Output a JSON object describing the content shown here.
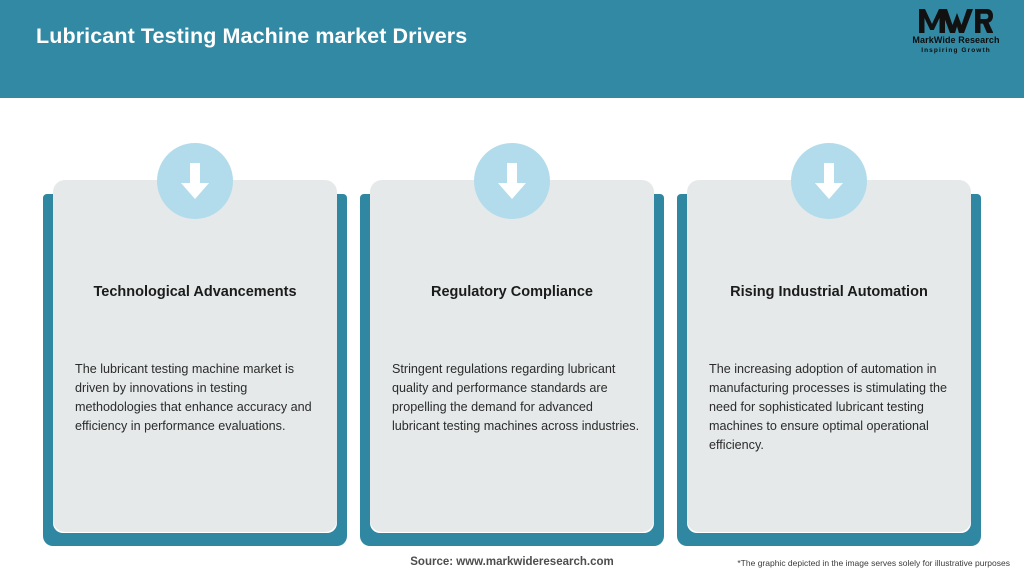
{
  "header": {
    "title": "Lubricant Testing Machine market Drivers",
    "background_color": "#3289a4",
    "title_color": "#ffffff"
  },
  "logo": {
    "mark": "MWR",
    "name": "MarkWide Research",
    "tagline": "Inspiring Growth"
  },
  "theme": {
    "accent_teal": "#2f87a2",
    "card_background": "#e5e9ea",
    "badge_circle": "#b2dceb",
    "arrow_color": "#ffffff",
    "page_background": "#ffffff"
  },
  "cards": [
    {
      "icon": "arrow-down-icon",
      "title": "Technological Advancements",
      "body": "The lubricant testing machine market is driven by innovations in testing methodologies that enhance accuracy and efficiency in performance evaluations."
    },
    {
      "icon": "arrow-down-icon",
      "title": "Regulatory Compliance",
      "body": "Stringent regulations regarding lubricant quality and performance standards are propelling the demand for advanced lubricant testing machines across industries."
    },
    {
      "icon": "arrow-down-icon",
      "title": "Rising Industrial Automation",
      "body": "The increasing adoption of automation in manufacturing processes is stimulating the need for sophisticated lubricant testing machines to ensure optimal operational efficiency."
    }
  ],
  "footer": {
    "source": "Source: www.markwideresearch.com",
    "disclaimer": "*The graphic depicted in the image serves solely for illustrative purposes"
  }
}
